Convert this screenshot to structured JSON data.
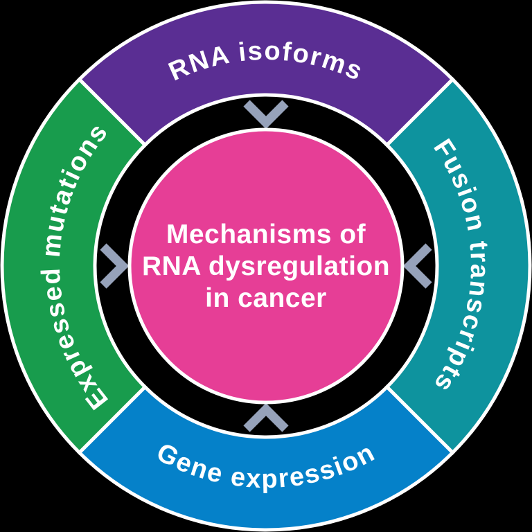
{
  "diagram": {
    "type": "circular-cycle-diagram",
    "background_color": "#000000",
    "outline_color": "#ffffff"
  },
  "center": {
    "color": "#e63e96",
    "text_color": "#ffffff",
    "lines": [
      "Mechanisms of",
      "RNA dysregulation",
      "in cancer"
    ],
    "full_text": "Mechanisms of RNA dysregulation in cancer"
  },
  "segments": [
    {
      "id": "rna-isoforms",
      "label": "RNA isoforms",
      "color": "#5a2e93",
      "position": "top"
    },
    {
      "id": "fusion-transcripts",
      "label": "Fusion transcripts",
      "color": "#0e939e",
      "position": "right"
    },
    {
      "id": "gene-expression",
      "label": "Gene expression",
      "color": "#0581c9",
      "position": "bottom"
    },
    {
      "id": "expressed-mutations",
      "label": "Expressed mutations",
      "color": "#189c4d",
      "position": "left"
    }
  ],
  "arrows": {
    "color": "#96a2ba",
    "items": [
      {
        "position": "top",
        "direction": "down"
      },
      {
        "position": "right",
        "direction": "left"
      },
      {
        "position": "bottom",
        "direction": "up"
      },
      {
        "position": "left",
        "direction": "right"
      }
    ]
  }
}
